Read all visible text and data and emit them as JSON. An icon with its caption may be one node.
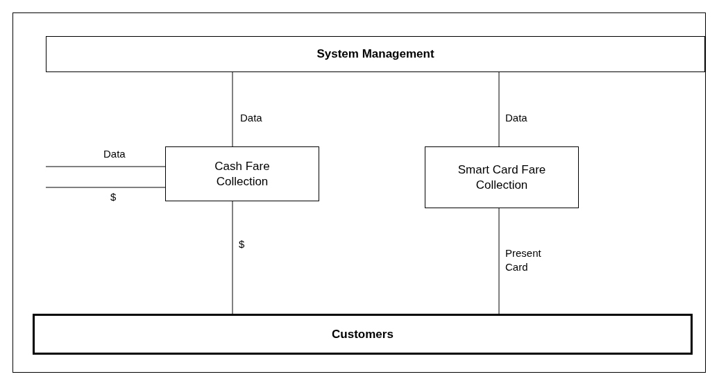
{
  "diagram": {
    "nodes": [
      {
        "text": [
          "System Management"
        ]
      },
      {
        "text": [
          "Cash Fare Collection"
        ]
      },
      {
        "text": [
          "Smart Card Fare Collection"
        ]
      },
      {
        "text": [
          "Customers"
        ]
      }
    ],
    "edges": [
      {
        "from": 0,
        "to": 1,
        "arrow": "none",
        "label": "Data"
      },
      {
        "from": 0,
        "to": 2,
        "arrow": "none",
        "label": "Data"
      },
      {
        "from": 1,
        "to": 3,
        "arrow": "none",
        "label": "$"
      },
      {
        "from": 2,
        "to": 3,
        "arrow": "none",
        "label": "Present Card"
      },
      {
        "from": null,
        "to": 1,
        "arrow": "none",
        "label": "Data"
      },
      {
        "from": null,
        "to": 1,
        "arrow": "none",
        "label": "$"
      }
    ]
  }
}
